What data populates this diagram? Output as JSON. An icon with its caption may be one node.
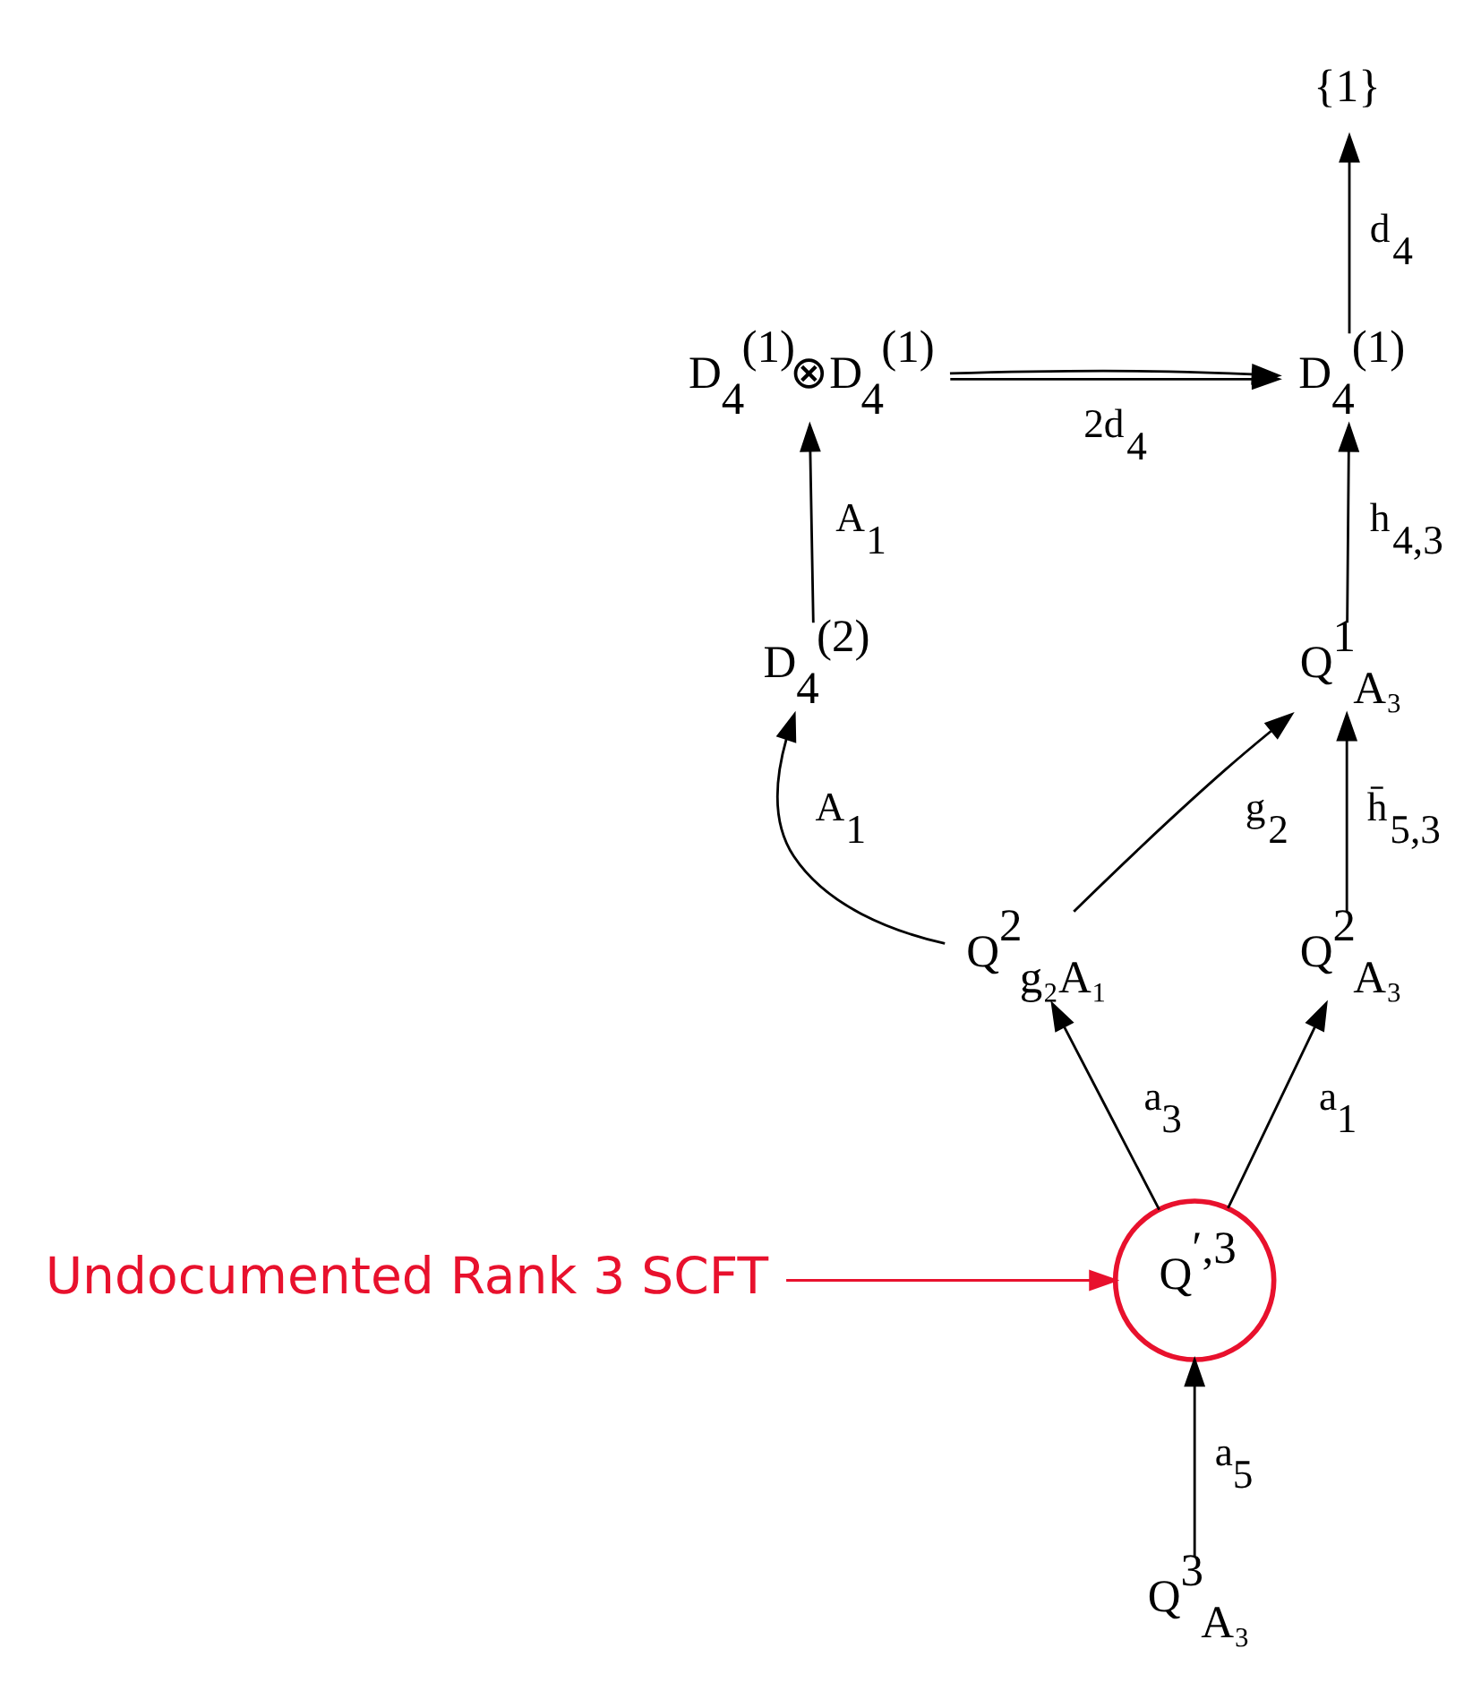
{
  "diagram": {
    "nodes": [
      {
        "text": [
          "{1}"
        ]
      },
      {
        "text": [
          "D$_{4}$$^{(1)}$⊗D$_{4}$$^{(1)}$"
        ]
      },
      {
        "text": [
          "D$_{4}$$^{(1)}$"
        ]
      },
      {
        "text": [
          "D$_{4}$$^{(2)}$"
        ]
      },
      {
        "text": [
          "Q$^{1}$$_{A₃}$"
        ]
      },
      {
        "text": [
          "Q$^{2}$$_{g₂A₁}$"
        ]
      },
      {
        "text": [
          "Q$^{2}$$_{A₃}$"
        ]
      },
      {
        "text": [
          "Q$^{′,3}$"
        ]
      },
      {
        "text": [
          "Undocumented Rank 3 SCFT"
        ]
      },
      {
        "text": [
          "Q$^{3}$$_{A₃}$"
        ]
      }
    ],
    "edges": [
      {
        "from": 2,
        "to": 0,
        "arrow": "to",
        "label": "d$_{4}$"
      },
      {
        "from": 1,
        "to": 2,
        "arrow": "to",
        "label": "2d$_{4}$"
      },
      {
        "from": 1,
        "to": 2,
        "arrow": "to"
      },
      {
        "from": 4,
        "to": 2,
        "arrow": "to",
        "label": "h$_{4,3}$"
      },
      {
        "from": 3,
        "to": 1,
        "arrow": "to",
        "label": "A$_{1}$"
      },
      {
        "from": 5,
        "to": 4,
        "arrow": "to",
        "label": "g$_{2}$"
      },
      {
        "from": 6,
        "to": 4,
        "arrow": "to",
        "label": "h̄$_{5,3}$"
      },
      {
        "from": 5,
        "to": 3,
        "arrow": "to",
        "label": "A$_{1}$"
      },
      {
        "from": 7,
        "to": 5,
        "arrow": "to",
        "label": "a$_{3}$"
      },
      {
        "from": 7,
        "to": 6,
        "arrow": "to",
        "label": "a$_{1}$"
      },
      {
        "from": 8,
        "to": 7,
        "arrow": "to",
        "color": "#e8112d"
      },
      {
        "from": 9,
        "to": 7,
        "arrow": "to",
        "label": "a$_{5}$"
      }
    ]
  }
}
